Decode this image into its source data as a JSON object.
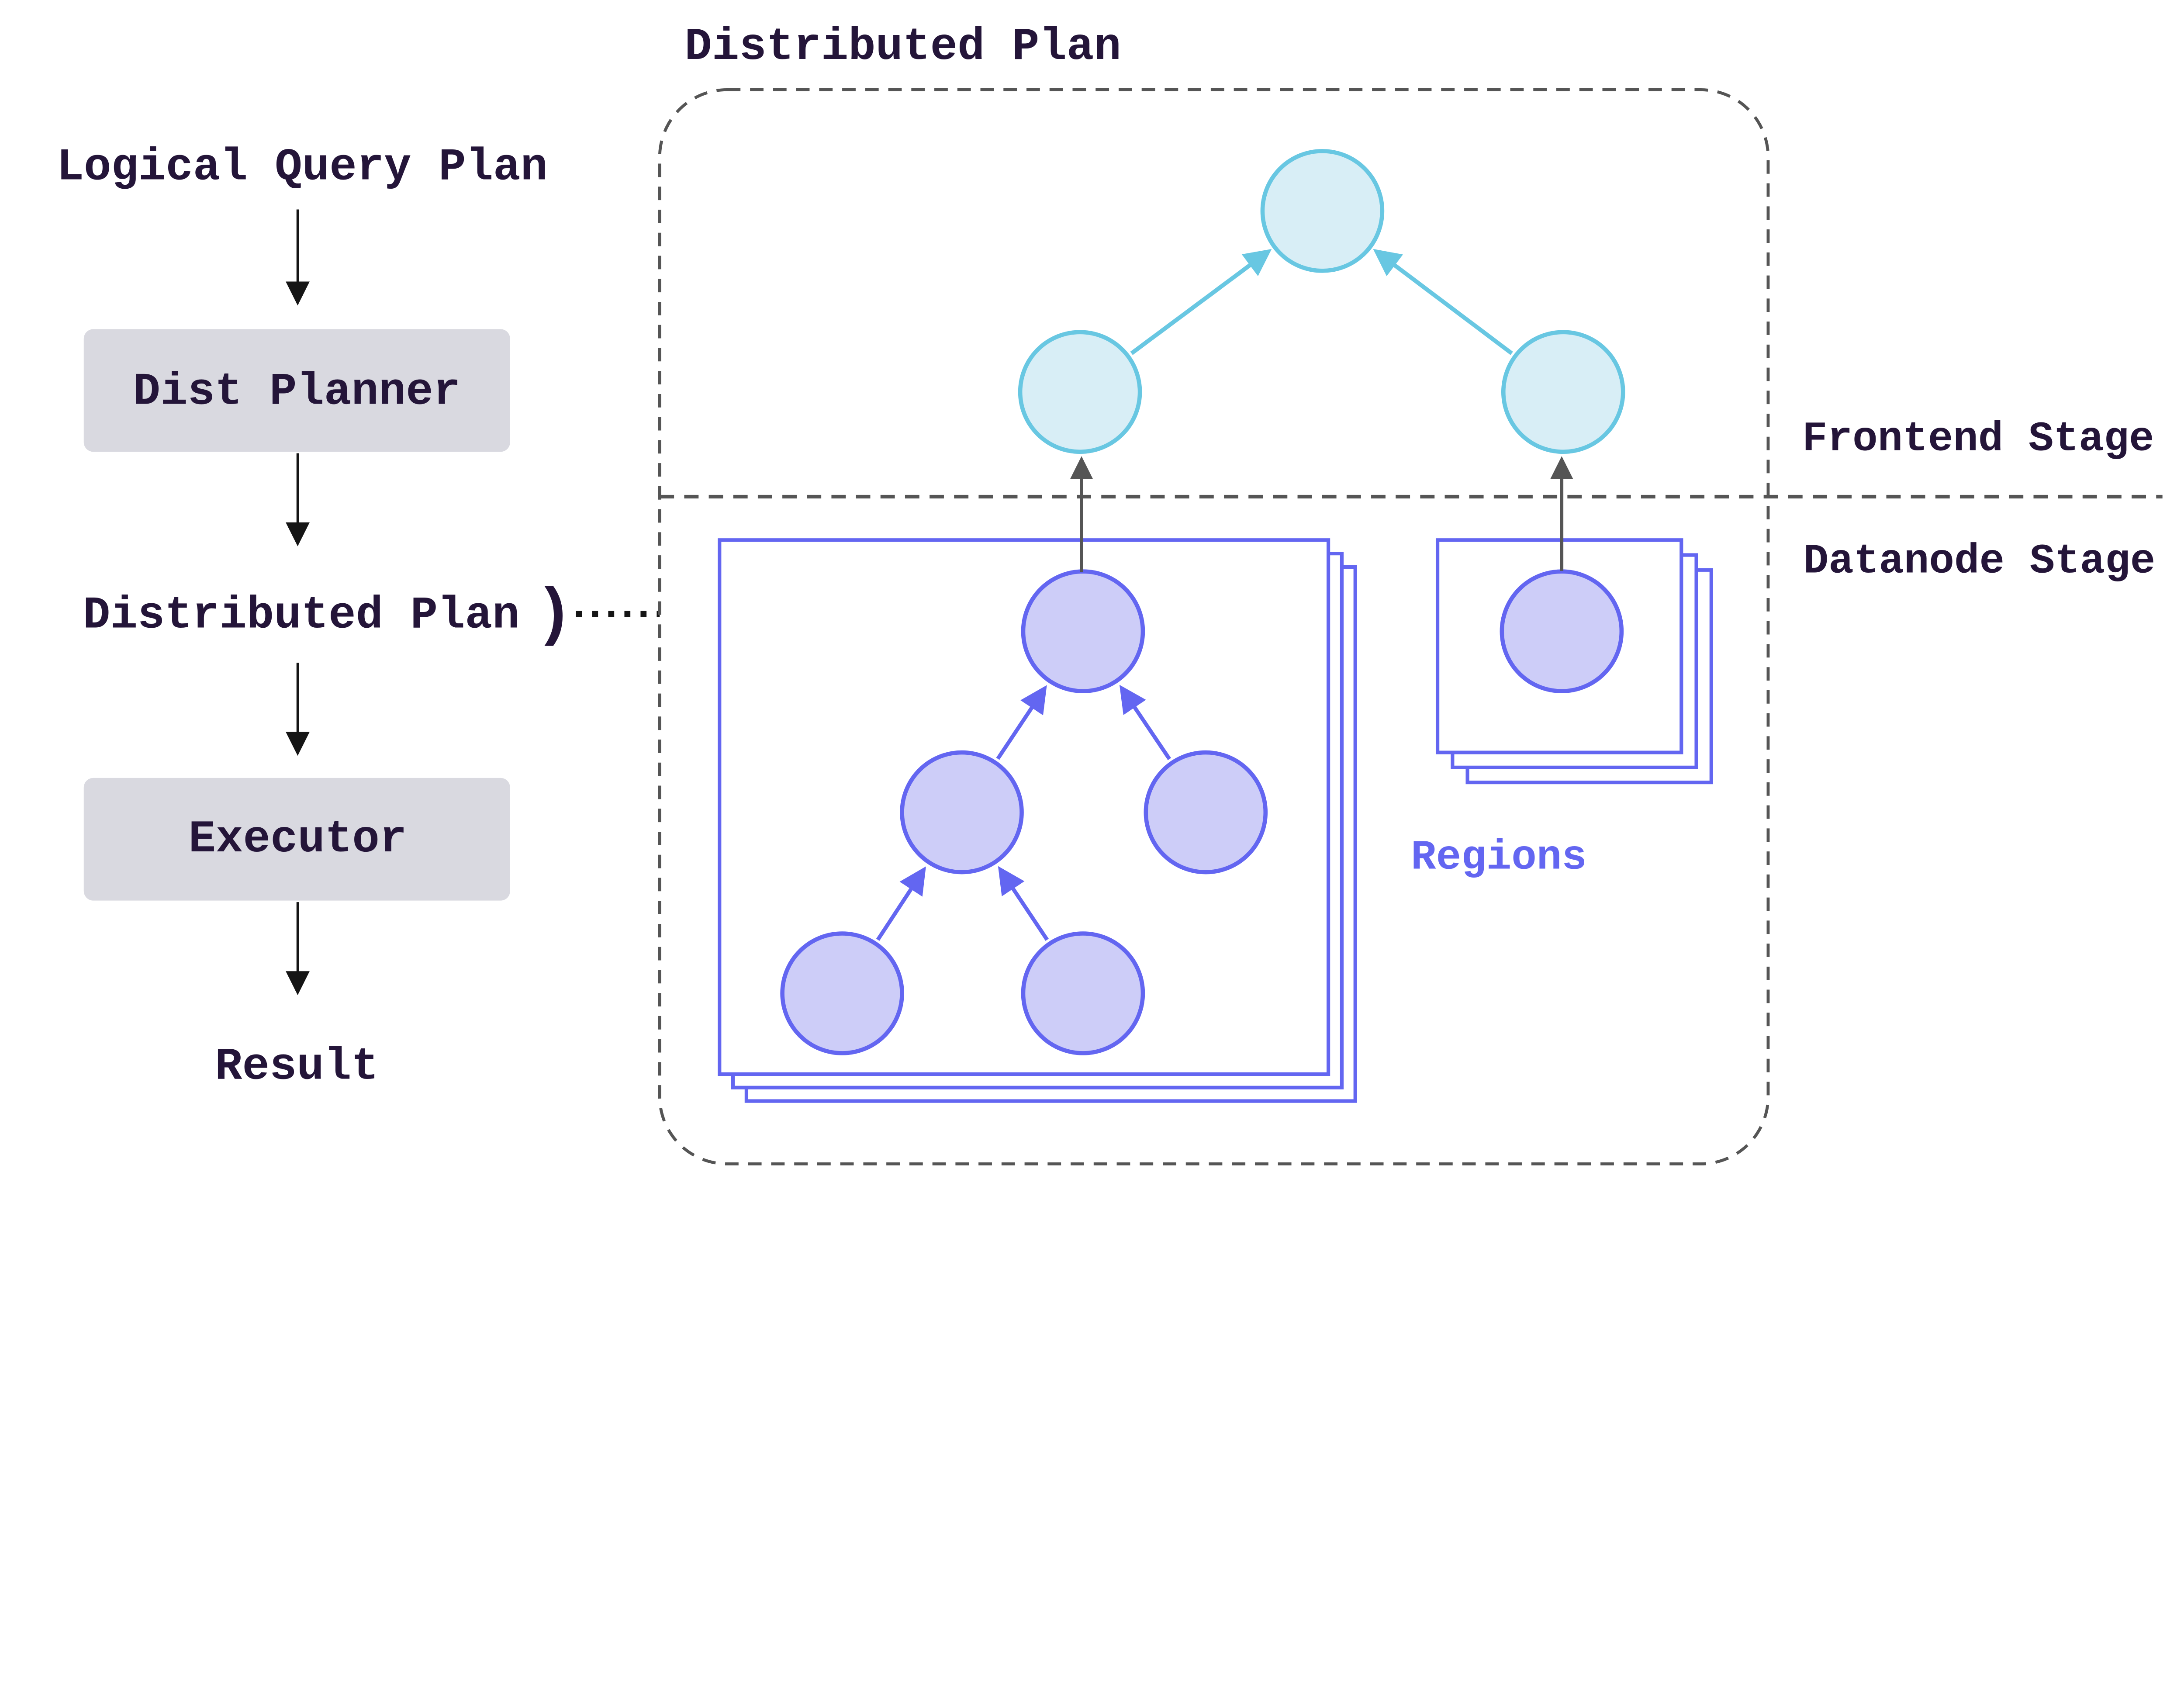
{
  "colors": {
    "ink": "#241539",
    "black": "#151515",
    "line_gray": "#555555",
    "box_gray": "#d9d9e0",
    "purple": "#6366f1",
    "purple_fill": "#cdcdf8",
    "cyan": "#68c7e2",
    "cyan_fill": "#d8eef6"
  },
  "left_flow": {
    "logical_query_plan": "Logical Query Plan",
    "dist_planner": "Dist Planner",
    "distributed_plan": "Distributed Plan",
    "bracket": ")",
    "executor": "Executor",
    "result": "Result"
  },
  "distributed_plan": {
    "title": "Distributed Plan",
    "frontend_stage": "Frontend Stage",
    "datanode_stage": "Datanode Stage",
    "regions": "Regions"
  }
}
